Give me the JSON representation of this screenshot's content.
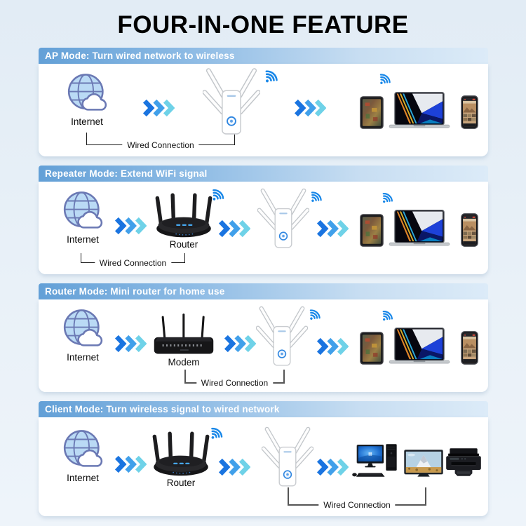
{
  "title": "FOUR-IN-ONE FEATURE",
  "sections": [
    {
      "header": "AP Mode: Turn wired network to wireless",
      "internet_label": "Internet",
      "wired_label": "Wired Connection"
    },
    {
      "header": "Repeater Mode: Extend WiFi signal",
      "internet_label": "Internet",
      "device_label": "Router",
      "wired_label": "Wired Connection"
    },
    {
      "header": "Router Mode: Mini router for home use",
      "internet_label": "Internet",
      "device_label": "Modem",
      "wired_label": "Wired Connection"
    },
    {
      "header": "Client Mode: Turn wireless signal to wired network",
      "internet_label": "Internet",
      "device_label": "Router",
      "wired_label": "Wired Connection"
    }
  ],
  "icons": {
    "internet": "globe-cloud-icon",
    "arrows": "triple-chevron-icon",
    "wifi": "wifi-signal-icon",
    "extender": "wifi-extender-icon",
    "router": "router-icon",
    "modem": "modem-icon",
    "tablet": "tablet-icon",
    "laptop": "laptop-icon",
    "phone": "smartphone-icon",
    "desktop": "desktop-pc-icon",
    "tv": "tv-icon",
    "printer": "printer-icon"
  },
  "colors": {
    "header_gradient_start": "#63a0d7",
    "header_gradient_end": "#dcebf8",
    "arrow_blue": "#1a74e0",
    "arrow_mid": "#41a0ea",
    "arrow_cyan": "#6fd2e8",
    "wifi_blue": "#1887e8",
    "globe_fill": "#badaf5",
    "globe_stroke": "#6b79b4",
    "wps_button_ring": "#2f86e0",
    "wire_dark": "#1c1c1c",
    "wire_gray": "#555555"
  }
}
